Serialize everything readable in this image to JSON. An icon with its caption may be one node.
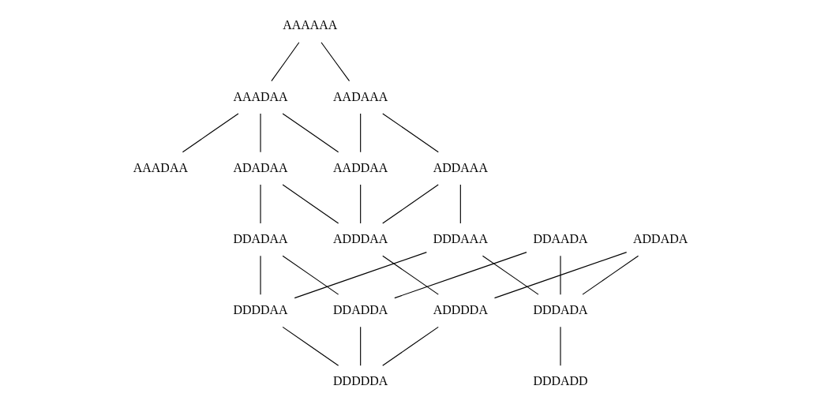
{
  "diagram": {
    "nodes": [
      {
        "text": [
          "AAAAAA"
        ]
      },
      {
        "text": [
          "AAADAA"
        ]
      },
      {
        "text": [
          "AADAAA"
        ]
      },
      {
        "text": [
          "AAADAA"
        ]
      },
      {
        "text": [
          "ADADAA"
        ]
      },
      {
        "text": [
          "AADDAA"
        ]
      },
      {
        "text": [
          "ADDAAA"
        ]
      },
      {
        "text": [
          "DDADAA"
        ]
      },
      {
        "text": [
          "ADDDAA"
        ]
      },
      {
        "text": [
          "ADDADA"
        ]
      },
      {
        "text": [
          "DDDAAA"
        ]
      },
      {
        "text": [
          "DDAADA"
        ]
      },
      {
        "text": [
          "DDADDA"
        ]
      },
      {
        "text": [
          "ADDDDA"
        ]
      },
      {
        "text": [
          "DDDDAA"
        ]
      },
      {
        "text": [
          "DDDADA"
        ]
      },
      {
        "text": [
          "DDDDDA"
        ]
      },
      {
        "text": [
          "DDDADD"
        ]
      }
    ],
    "edges": [
      {
        "from": 0,
        "to": 1,
        "arrow": "none"
      },
      {
        "from": 0,
        "to": 2,
        "arrow": "none"
      },
      {
        "from": 1,
        "to": 3,
        "arrow": "none"
      },
      {
        "from": 1,
        "to": 4,
        "arrow": "none"
      },
      {
        "from": 1,
        "to": 5,
        "arrow": "none"
      },
      {
        "from": 2,
        "to": 5,
        "arrow": "none"
      },
      {
        "from": 2,
        "to": 6,
        "arrow": "none"
      },
      {
        "from": 4,
        "to": 7,
        "arrow": "none"
      },
      {
        "from": 4,
        "to": 8,
        "arrow": "none"
      },
      {
        "from": 5,
        "to": 8,
        "arrow": "none"
      },
      {
        "from": 6,
        "to": 8,
        "arrow": "none"
      },
      {
        "from": 6,
        "to": 10,
        "arrow": "none"
      },
      {
        "from": 7,
        "to": 12,
        "arrow": "none"
      },
      {
        "from": 7,
        "to": 14,
        "arrow": "none"
      },
      {
        "from": 8,
        "to": 13,
        "arrow": "none"
      },
      {
        "from": 9,
        "to": 13,
        "arrow": "none"
      },
      {
        "from": 9,
        "to": 15,
        "arrow": "none"
      },
      {
        "from": 10,
        "to": 14,
        "arrow": "none"
      },
      {
        "from": 10,
        "to": 15,
        "arrow": "none"
      },
      {
        "from": 11,
        "to": 12,
        "arrow": "none"
      },
      {
        "from": 11,
        "to": 15,
        "arrow": "none"
      },
      {
        "from": 12,
        "to": 16,
        "arrow": "none"
      },
      {
        "from": 13,
        "to": 16,
        "arrow": "none"
      },
      {
        "from": 14,
        "to": 16,
        "arrow": "none"
      },
      {
        "from": 15,
        "to": 17,
        "arrow": "none"
      }
    ]
  }
}
